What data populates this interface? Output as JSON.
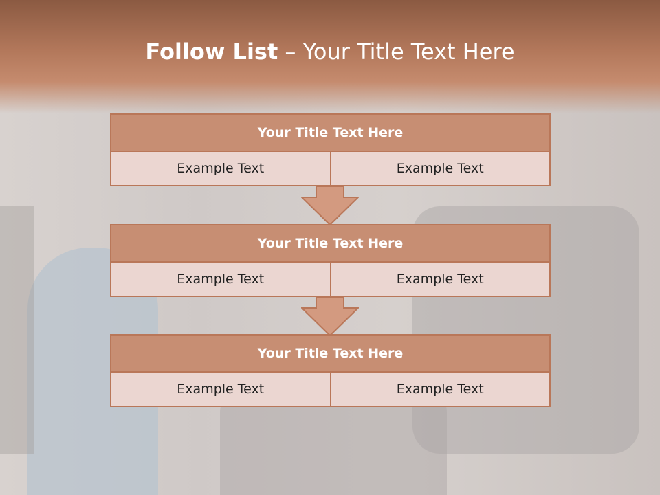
{
  "title": {
    "bold": "Follow List",
    "rest": " – Your Title Text Here"
  },
  "blocks": [
    {
      "title": "Your Title Text Here",
      "left": "Example Text",
      "right": "Example Text"
    },
    {
      "title": "Your Title Text Here",
      "left": "Example Text",
      "right": "Example Text"
    },
    {
      "title": "Your Title Text Here",
      "left": "Example Text",
      "right": "Example Text"
    }
  ],
  "colors": {
    "header": "#b97759",
    "block_title_fill": "#c78e73",
    "cell_fill": "#ebd6d1",
    "border": "#b97759",
    "arrow": "#d39a80"
  }
}
